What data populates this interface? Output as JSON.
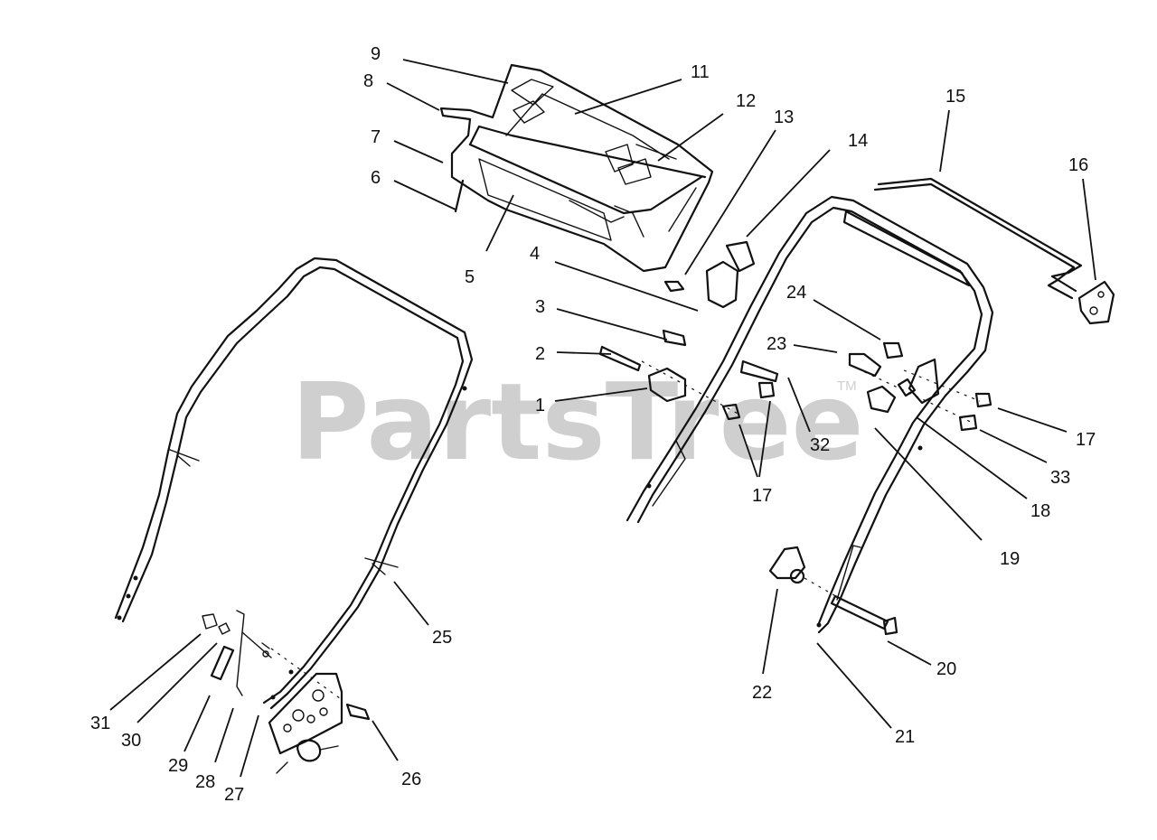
{
  "watermark": {
    "text": "PartsTree",
    "trademark": "TM"
  },
  "callouts": [
    {
      "id": "c9",
      "label": "9"
    },
    {
      "id": "c8",
      "label": "8"
    },
    {
      "id": "c7",
      "label": "7"
    },
    {
      "id": "c6",
      "label": "6"
    },
    {
      "id": "c5",
      "label": "5"
    },
    {
      "id": "c11",
      "label": "11"
    },
    {
      "id": "c12",
      "label": "12"
    },
    {
      "id": "c13",
      "label": "13"
    },
    {
      "id": "c14",
      "label": "14"
    },
    {
      "id": "c15",
      "label": "15"
    },
    {
      "id": "c16",
      "label": "16"
    },
    {
      "id": "c4",
      "label": "4"
    },
    {
      "id": "c3",
      "label": "3"
    },
    {
      "id": "c2",
      "label": "2"
    },
    {
      "id": "c1",
      "label": "1"
    },
    {
      "id": "c24",
      "label": "24"
    },
    {
      "id": "c23",
      "label": "23"
    },
    {
      "id": "c32",
      "label": "32"
    },
    {
      "id": "c17a",
      "label": "17"
    },
    {
      "id": "c17b",
      "label": "17"
    },
    {
      "id": "c33",
      "label": "33"
    },
    {
      "id": "c18",
      "label": "18"
    },
    {
      "id": "c19",
      "label": "19"
    },
    {
      "id": "c25",
      "label": "25"
    },
    {
      "id": "c20",
      "label": "20"
    },
    {
      "id": "c22",
      "label": "22"
    },
    {
      "id": "c21",
      "label": "21"
    },
    {
      "id": "c26",
      "label": "26"
    },
    {
      "id": "c31",
      "label": "31"
    },
    {
      "id": "c30",
      "label": "30"
    },
    {
      "id": "c29",
      "label": "29"
    },
    {
      "id": "c28",
      "label": "28"
    },
    {
      "id": "c27",
      "label": "27"
    }
  ]
}
